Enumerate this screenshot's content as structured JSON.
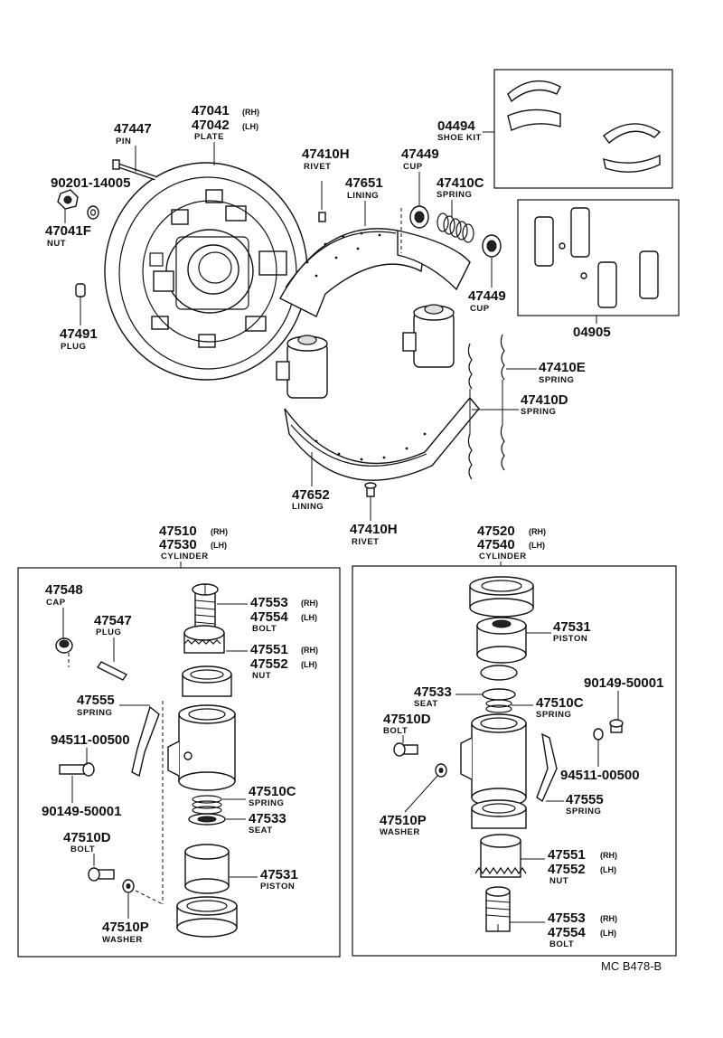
{
  "labels": {
    "l47447": {
      "num": "47447",
      "desc": "PIN"
    },
    "l47041": {
      "num1": "47041",
      "suf1": "(RH)",
      "num2": "47042",
      "suf2": "(LH)",
      "desc": "PLATE"
    },
    "l90201": {
      "num": "90201-14005"
    },
    "l47041f": {
      "num": "47041F",
      "desc": "NUT"
    },
    "l47491": {
      "num": "47491",
      "desc": "PLUG"
    },
    "l47410h_top": {
      "num": "47410H",
      "desc": "RIVET"
    },
    "l47651": {
      "num": "47651",
      "desc": "LINING"
    },
    "l47449_top": {
      "num": "47449",
      "desc": "CUP"
    },
    "l47410c_top": {
      "num": "47410C",
      "desc": "SPRING"
    },
    "l04494": {
      "num": "04494",
      "desc": "SHOE KIT"
    },
    "l47449_mid": {
      "num": "47449",
      "desc": "CUP"
    },
    "l04905": {
      "num": "04905"
    },
    "l47410e": {
      "num": "47410E",
      "desc": "SPRING"
    },
    "l47410d_top": {
      "num": "47410D",
      "desc": "SPRING"
    },
    "l47652": {
      "num": "47652",
      "desc": "LINING"
    },
    "l47410h_bot": {
      "num": "47410H",
      "desc": "RIVET"
    },
    "l47510": {
      "num1": "47510",
      "suf1": "(RH)",
      "num2": "47530",
      "suf2": "(LH)",
      "desc": "CYLINDER"
    },
    "l47520": {
      "num1": "47520",
      "suf1": "(RH)",
      "num2": "47540",
      "suf2": "(LH)",
      "desc": "CYLINDER"
    },
    "left": {
      "l47548": {
        "num": "47548",
        "desc": "CAP"
      },
      "l47547": {
        "num": "47547",
        "desc": "PLUG"
      },
      "l47553": {
        "num1": "47553",
        "suf1": "(RH)",
        "num2": "47554",
        "suf2": "(LH)",
        "desc": "BOLT"
      },
      "l47551": {
        "num1": "47551",
        "suf1": "(RH)",
        "num2": "47552",
        "suf2": "(LH)",
        "desc": "NUT"
      },
      "l47555": {
        "num": "47555",
        "desc": "SPRING"
      },
      "l94511": {
        "num": "94511-00500"
      },
      "l90149": {
        "num": "90149-50001"
      },
      "l47510c": {
        "num": "47510C",
        "desc": "SPRING"
      },
      "l47533": {
        "num": "47533",
        "desc": "SEAT"
      },
      "l47510d": {
        "num": "47510D",
        "desc": "BOLT"
      },
      "l47531": {
        "num": "47531",
        "desc": "PISTON"
      },
      "l47510p": {
        "num": "47510P",
        "desc": "WASHER"
      }
    },
    "right": {
      "l47531": {
        "num": "47531",
        "desc": "PISTON"
      },
      "l90149": {
        "num": "90149-50001"
      },
      "l47533": {
        "num": "47533",
        "desc": "SEAT"
      },
      "l47510c": {
        "num": "47510C",
        "desc": "SPRING"
      },
      "l47510d": {
        "num": "47510D",
        "desc": "BOLT"
      },
      "l94511": {
        "num": "94511-00500"
      },
      "l47555": {
        "num": "47555",
        "desc": "SPRING"
      },
      "l47510p": {
        "num": "47510P",
        "desc": "WASHER"
      },
      "l47551": {
        "num1": "47551",
        "suf1": "(RH)",
        "num2": "47552",
        "suf2": "(LH)",
        "desc": "NUT"
      },
      "l47553": {
        "num1": "47553",
        "suf1": "(RH)",
        "num2": "47554",
        "suf2": "(LH)",
        "desc": "BOLT"
      }
    }
  },
  "footer": {
    "code": "MC B478-B"
  }
}
